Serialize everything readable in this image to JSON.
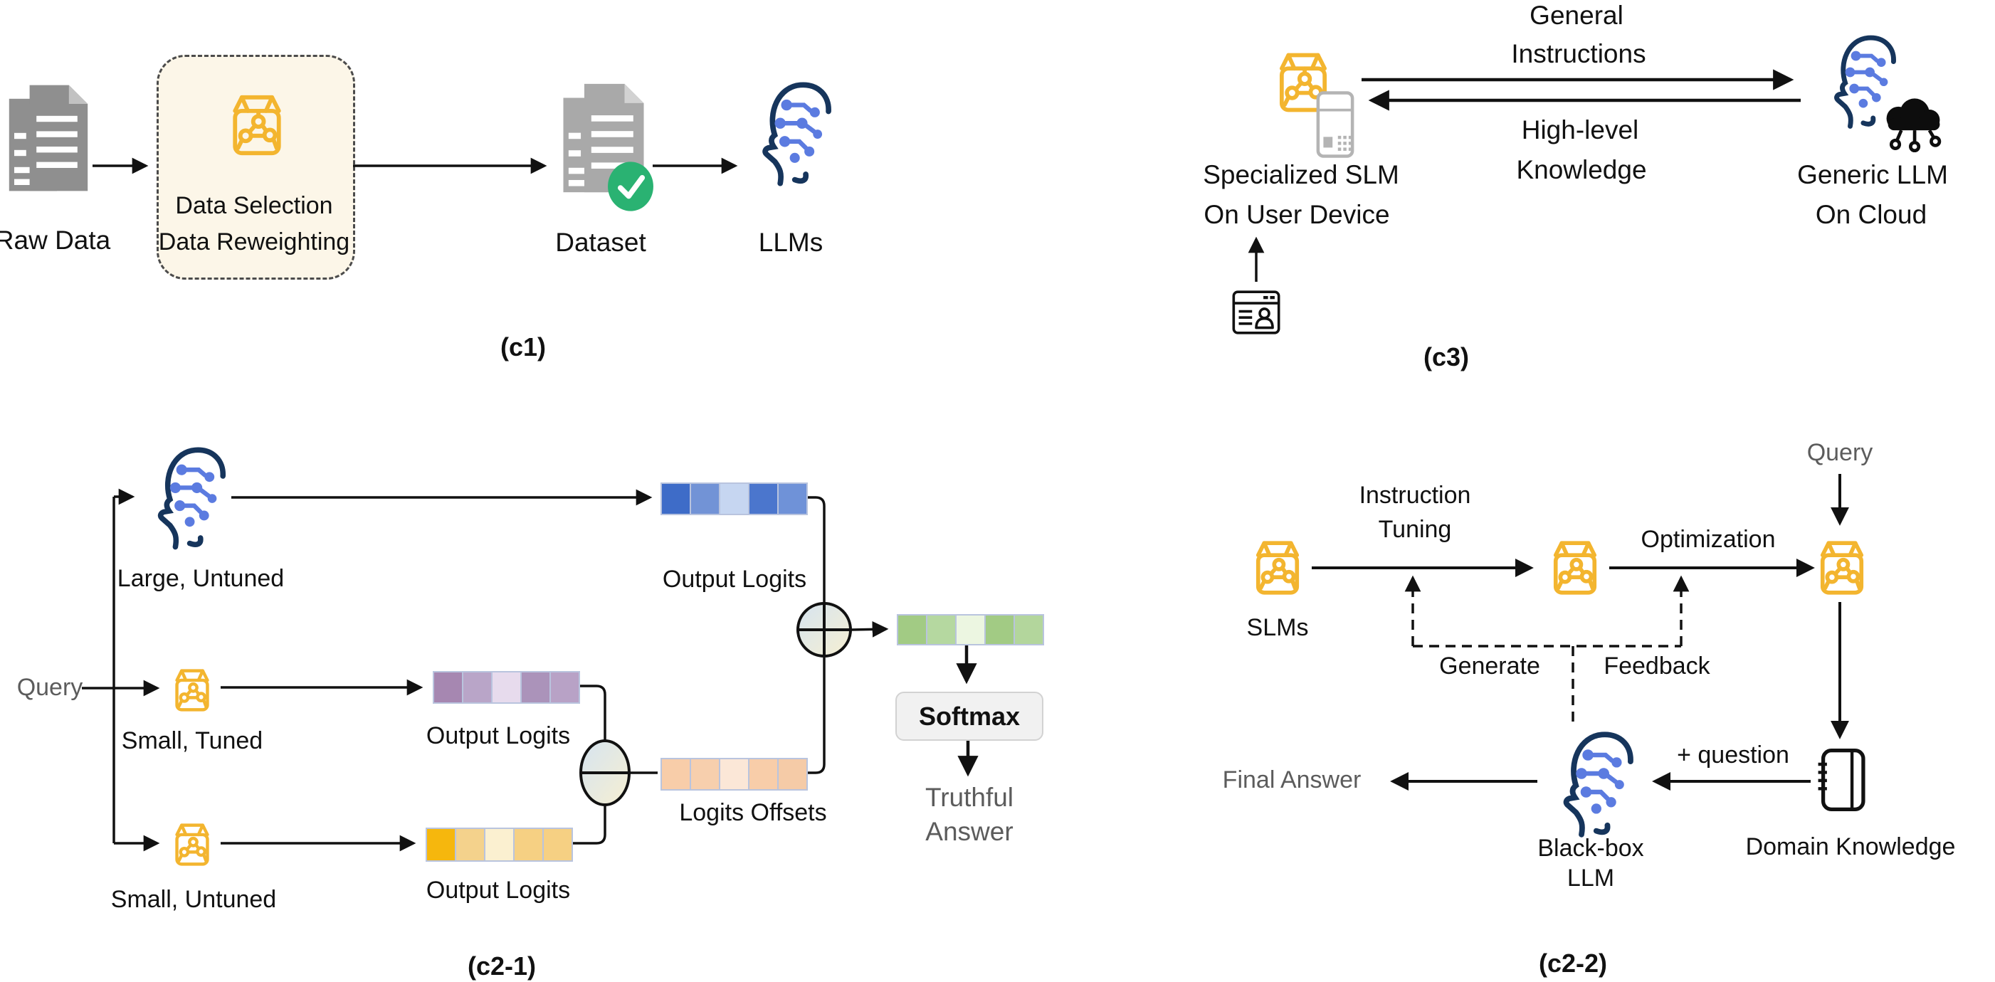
{
  "figure": {
    "panels": {
      "c1": {
        "caption": "(c1)",
        "raw_data_label": "Raw Data",
        "process_line1": "Data Selection",
        "process_line2": "Data Reweighting",
        "dataset_label": "Dataset",
        "llms_label": "LLMs"
      },
      "c3": {
        "caption": "(c3)",
        "top_arrow_line1": "General",
        "top_arrow_line2": "Instructions",
        "bottom_arrow_line1": "High-level",
        "bottom_arrow_line2": "Knowledge",
        "slm_line1": "Specialized SLM",
        "slm_line2": "On User Device",
        "llm_line1": "Generic LLM",
        "llm_line2": "On Cloud"
      },
      "c2_1": {
        "caption": "(c2-1)",
        "query_label": "Query",
        "large_untuned_label": "Large, Untuned",
        "small_tuned_label": "Small, Tuned",
        "small_untuned_label": "Small, Untuned",
        "output_logits_large_label": "Output Logits",
        "output_logits_tuned_label": "Output Logits",
        "output_logits_untuned_label": "Output Logits",
        "logits_offsets_label": "Logits Offsets",
        "softmax_label": "Softmax",
        "answer_line1": "Truthful",
        "answer_line2": "Answer"
      },
      "c2_2": {
        "caption": "(c2-2)",
        "slms_label": "SLMs",
        "instruction_line1": "Instruction",
        "instruction_line2": "Tuning",
        "optimization_label": "Optimization",
        "query_label": "Query",
        "generate_label": "Generate",
        "feedback_label": "Feedback",
        "final_answer_label": "Final Answer",
        "blackbox_line1": "Black-box",
        "blackbox_line2": "LLM",
        "plus_question_label": "+ question",
        "domain_knowledge_label": "Domain Knowledge"
      }
    },
    "icons": [
      "document-stack-icon",
      "model-box-icon",
      "ai-head-icon",
      "check-circle-icon",
      "phone-icon",
      "cloud-network-icon",
      "browser-user-icon",
      "notebook-icon",
      "plus-operator",
      "minus-operator"
    ],
    "colors": {
      "model_box_yellow": "#f3b52f",
      "head_outline_navy": "#16355c",
      "circuit_blue": "#5b7be0",
      "document_gray": "#8f8f8f",
      "check_green": "#2ab272",
      "process_box_bg": "#fcf6e8",
      "softmax_bg": "#f1f1f1",
      "muted_text_gray": "#5c5c5c",
      "operator_gradient": [
        "#d6e4f0",
        "#f6efd2"
      ]
    },
    "bars": {
      "large_output_logits": [
        "#3e6cc8",
        "#7293d6",
        "#c6d6f1",
        "#4b76cd",
        "#6f92d8"
      ],
      "tuned_output_logits": [
        "#a687b1",
        "#b9a5c8",
        "#e7dbed",
        "#ab93ba",
        "#b8a2c6"
      ],
      "untuned_output_logits": [
        "#f6b70d",
        "#f4d28c",
        "#fbf0d0",
        "#f6d083",
        "#f6d083"
      ],
      "logits_offsets": [
        "#f8cda9",
        "#f7cfad",
        "#fbe7d7",
        "#f8cda9",
        "#f5cba7"
      ],
      "combined_logits": [
        "#a2cb84",
        "#b5d8a0",
        "#ecf6e1",
        "#a2cb84",
        "#b3d69c"
      ]
    }
  }
}
